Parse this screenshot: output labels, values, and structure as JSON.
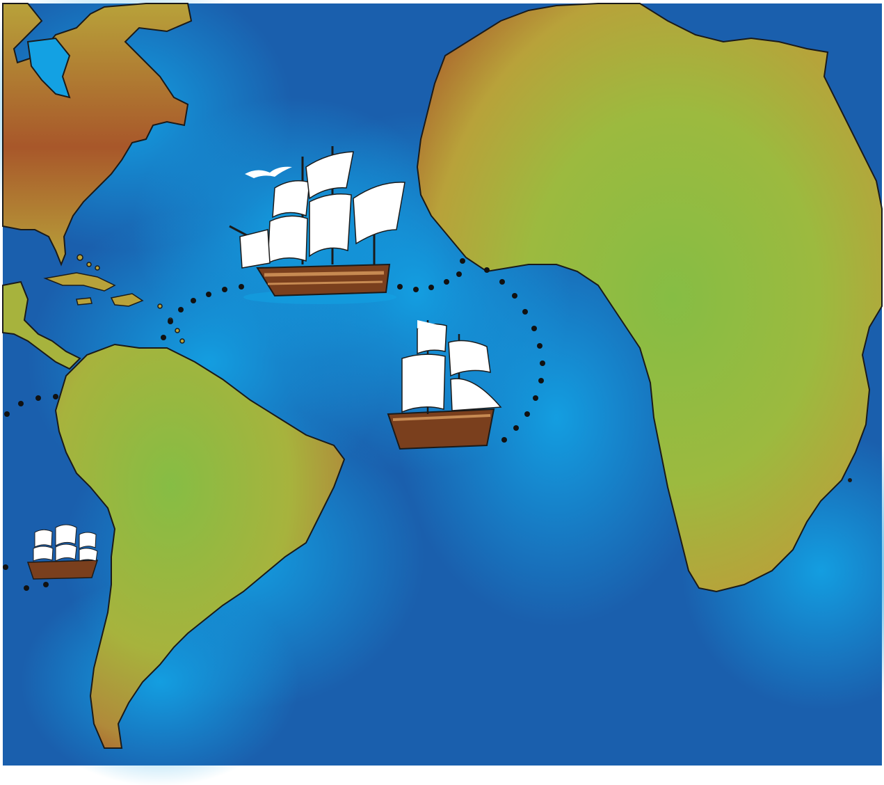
{
  "map": {
    "colors": {
      "ocean_deep": "#1a5fad",
      "ocean_shallow": "#13a1e3",
      "land_green": "#86bd44",
      "land_yellow": "#b8a23a",
      "land_brown": "#a8572a",
      "coast": "#1a1a1a",
      "sail": "#ffffff",
      "hull": "#7a3f1d",
      "hull_trim": "#c78a52",
      "route": "#111111"
    },
    "landmasses": [
      "north-america",
      "south-america",
      "africa",
      "caribbean-islands"
    ],
    "ships": [
      {
        "name": "large-galleon",
        "sail_color": "#ffffff"
      },
      {
        "name": "small-caravel",
        "sail_color": "#ffffff"
      },
      {
        "name": "distant-ship",
        "sail_color": "#ffffff"
      }
    ],
    "icons": [
      "ship-icon",
      "seagull-icon",
      "route-dot-icon"
    ]
  }
}
